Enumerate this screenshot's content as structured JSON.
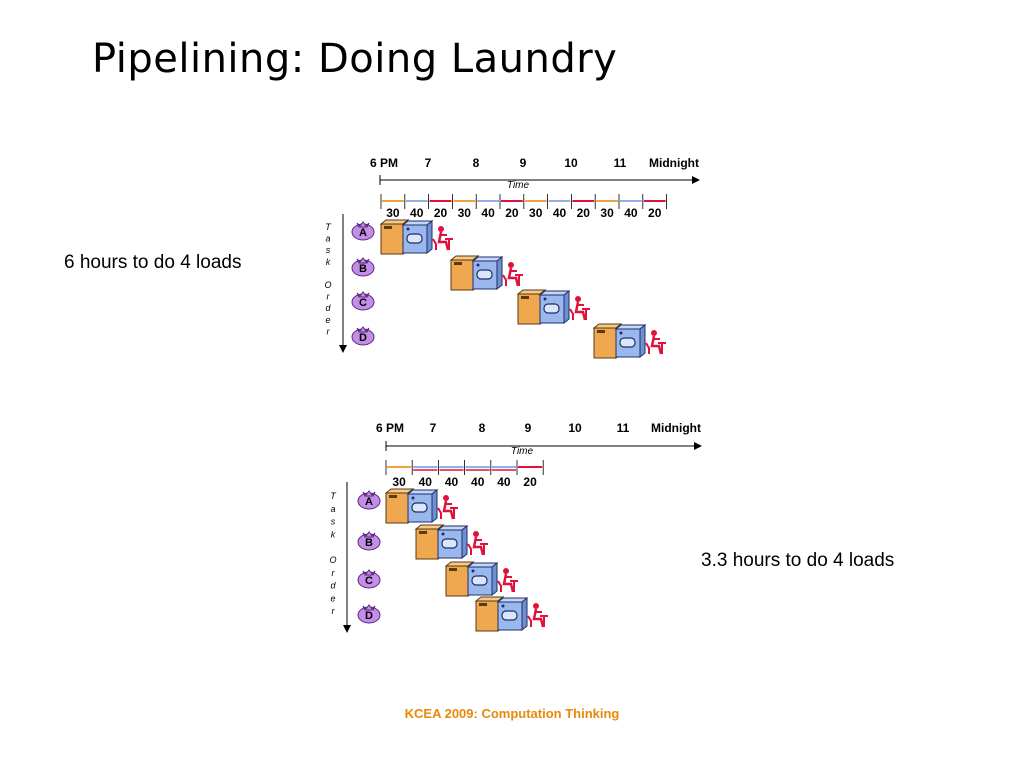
{
  "title": "Pipelining: Doing Laundry",
  "notes": {
    "sequential": "6 hours to do 4 loads",
    "pipelined": "3.3 hours to do 4 loads"
  },
  "footer": "KCEA 2009: Computation Thinking",
  "time_axis": {
    "ticks": [
      "6 PM",
      "7",
      "8",
      "9",
      "10",
      "11",
      "Midnight"
    ],
    "label": "Time"
  },
  "order_axis_letters": [
    "T",
    "a",
    "s",
    "k",
    "",
    "O",
    "r",
    "d",
    "e",
    "r"
  ],
  "loads": [
    "A",
    "B",
    "C",
    "D"
  ],
  "stage_colors": {
    "wash": "#f2a23c",
    "dry": "#8fb0e8",
    "fold": "#e0123c"
  },
  "sequential": {
    "durations": [
      "30",
      "40",
      "20",
      "30",
      "40",
      "20",
      "30",
      "40",
      "20",
      "30",
      "40",
      "20"
    ]
  },
  "pipelined": {
    "durations": [
      "30",
      "40",
      "40",
      "40",
      "40",
      "20"
    ]
  }
}
